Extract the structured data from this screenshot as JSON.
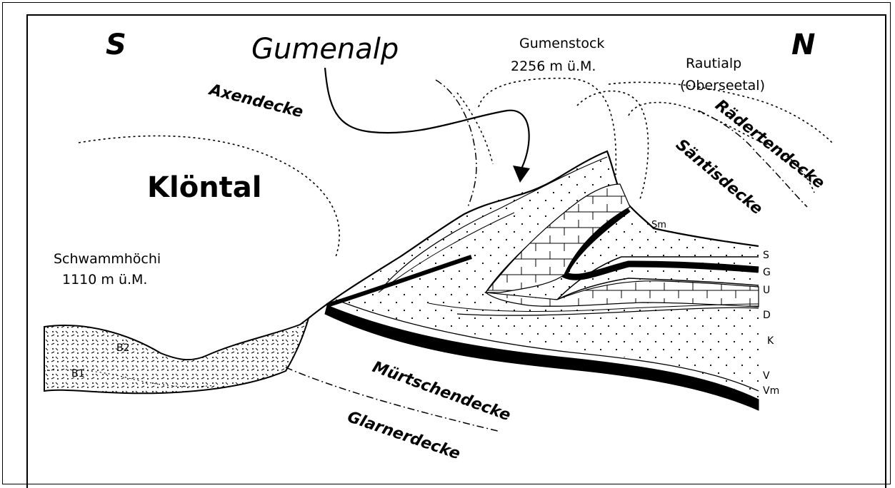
{
  "directions": {
    "south": "S",
    "north": "N"
  },
  "places": {
    "gumenalp": "Gumenalp",
    "gumenstock_name": "Gumenstock",
    "gumenstock_height": "2256 m ü.M.",
    "rautialp_name": "Rautialp",
    "rautialp_sub": "(Oberseetal)",
    "kloental": "Klöntal",
    "schwammhoechi_name": "Schwammhöchi",
    "schwammhoechi_height": "1110 m ü.M."
  },
  "nappes": {
    "axendecke": "Axendecke",
    "raedertendecke": "Rädertendecke",
    "saentisdecke": "Säntisdecke",
    "muertschendecke": "Mürtschendecke",
    "glarnerdecke": "Glarnerdecke"
  },
  "layers": [
    "Sm",
    "S",
    "G",
    "U",
    "D",
    "K",
    "V",
    "Vm"
  ],
  "deposits": [
    "B2",
    "B1"
  ]
}
